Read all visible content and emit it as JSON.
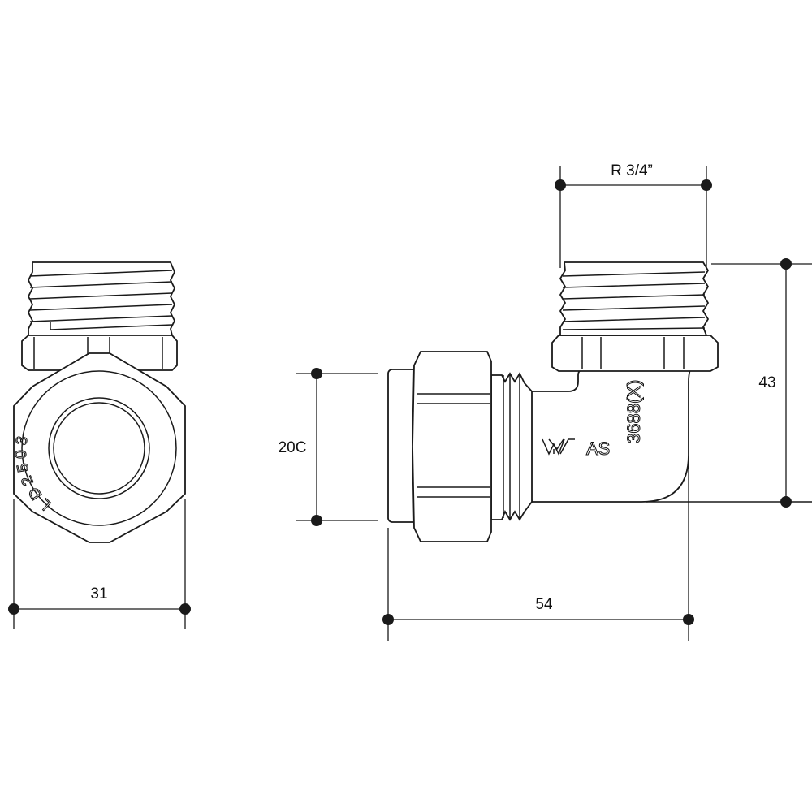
{
  "drawing": {
    "front_view": {
      "width_label": "31",
      "marking": "LD2503"
    },
    "side_view": {
      "thread_label": "R 3/4”",
      "height_label": "43",
      "length_label": "54",
      "pipe_size_label": "20C",
      "marking_standard": "AS",
      "marking_code": "3688(X)",
      "logo": "watermark-logo"
    }
  }
}
